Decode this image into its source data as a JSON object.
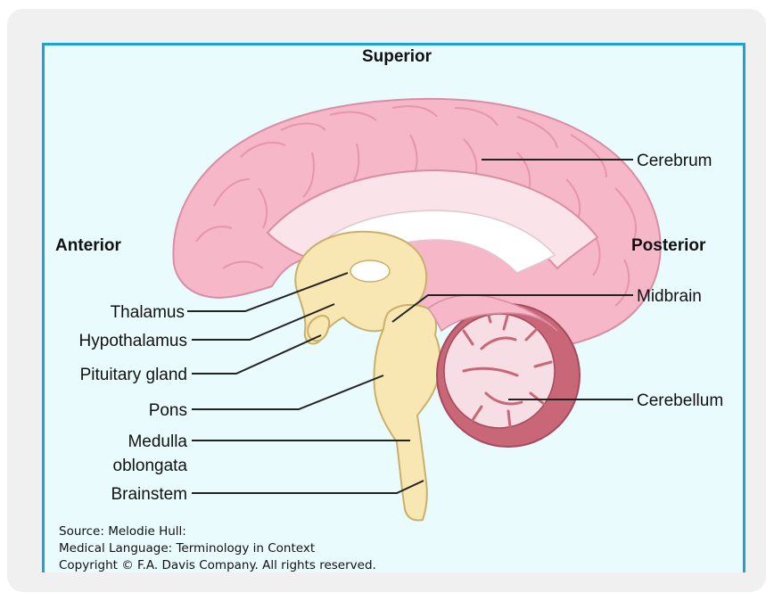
{
  "orientation": {
    "superior": "Superior",
    "anterior": "Anterior",
    "posterior": "Posterior"
  },
  "labels": {
    "cerebrum": "Cerebrum",
    "midbrain": "Midbrain",
    "cerebellum": "Cerebellum",
    "thalamus": "Thalamus",
    "hypothalamus": "Hypothalamus",
    "pituitary_gland": "Pituitary gland",
    "pons": "Pons",
    "medulla_line1": "Medulla",
    "medulla_line2": "oblongata",
    "brainstem": "Brainstem"
  },
  "source": {
    "line1": "Source: Melodie Hull:",
    "line2": "Medical Language: Terminology in Context",
    "line3": "Copyright © F.A. Davis Company. All rights reserved."
  },
  "colors": {
    "frame_border": "#1aa3d9",
    "frame_background": "#e9fbfd",
    "cerebrum": "#f6b7c8",
    "cerebellum": "#c96677",
    "brainstem": "#f8e7b2"
  }
}
